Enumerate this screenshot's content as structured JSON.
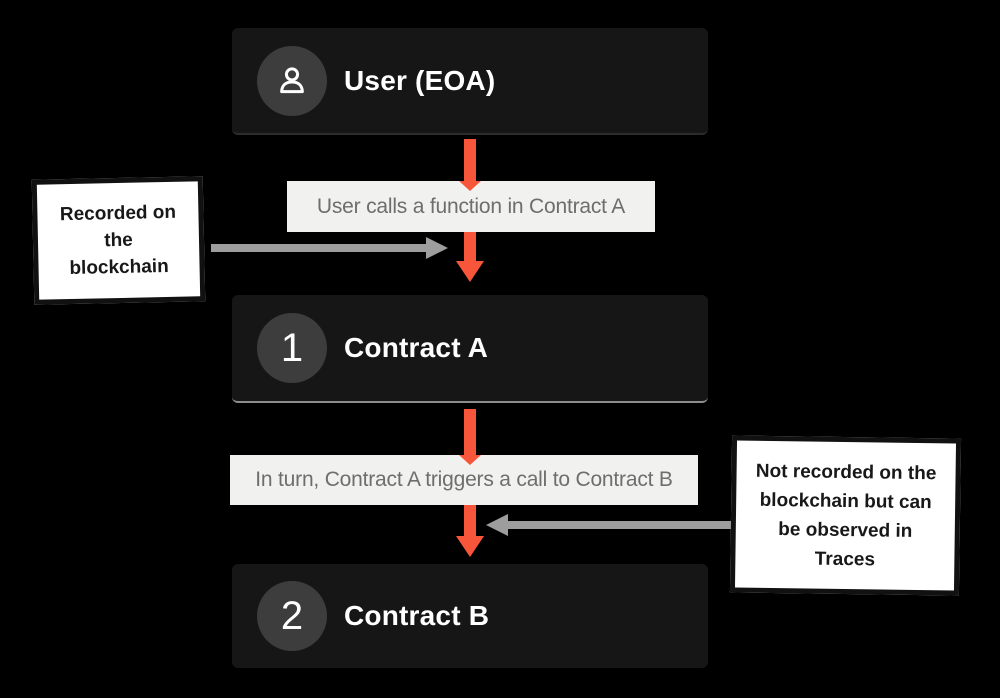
{
  "diagram": {
    "nodes": {
      "user": {
        "title": "User (EOA)",
        "icon": "user-icon"
      },
      "contract_a": {
        "badge": "1",
        "title": "Contract A"
      },
      "contract_b": {
        "badge": "2",
        "title": "Contract B"
      }
    },
    "flow_labels": {
      "step1": "User calls a function in Contract A",
      "step2": "In turn, Contract A triggers a call to Contract B"
    },
    "notes": {
      "left": "Recorded on the blockchain",
      "right": "Not recorded on the blockchain but can be observed in Traces"
    },
    "colors": {
      "background": "#000000",
      "node_background": "#161616",
      "badge_background": "#3d3d3d",
      "node_text": "#ffffff",
      "flow_label_background": "#f1f1ef",
      "flow_label_text": "#6e6e6e",
      "arrow_orange": "#f8563a",
      "arrow_gray": "#9d9d9d",
      "note_background": "#ffffff",
      "note_border": "#111111",
      "note_text": "#181818"
    }
  }
}
